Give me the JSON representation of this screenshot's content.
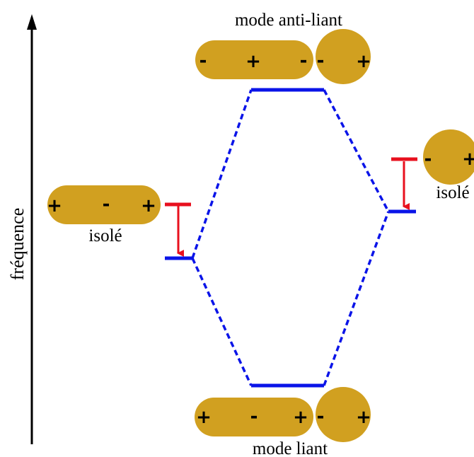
{
  "colors": {
    "particle": "#d1a020",
    "level_blue": "#0a14e8",
    "level_red": "#e8101e",
    "text": "#000000"
  },
  "axis": {
    "label": "fréquence"
  },
  "labels": {
    "antibonding": "mode anti-liant",
    "bonding": "mode liant",
    "isolated_left": "isolé",
    "isolated_right": "isolé"
  },
  "charges": {
    "top_rod": [
      "-",
      "+",
      "-"
    ],
    "top_sphere": [
      "-",
      "+"
    ],
    "left_rod": [
      "+",
      "-",
      "+"
    ],
    "right_sphere": [
      "-",
      "+"
    ],
    "bottom_rod": [
      "+",
      "-",
      "+"
    ],
    "bottom_sphere": [
      "-",
      "+"
    ]
  }
}
